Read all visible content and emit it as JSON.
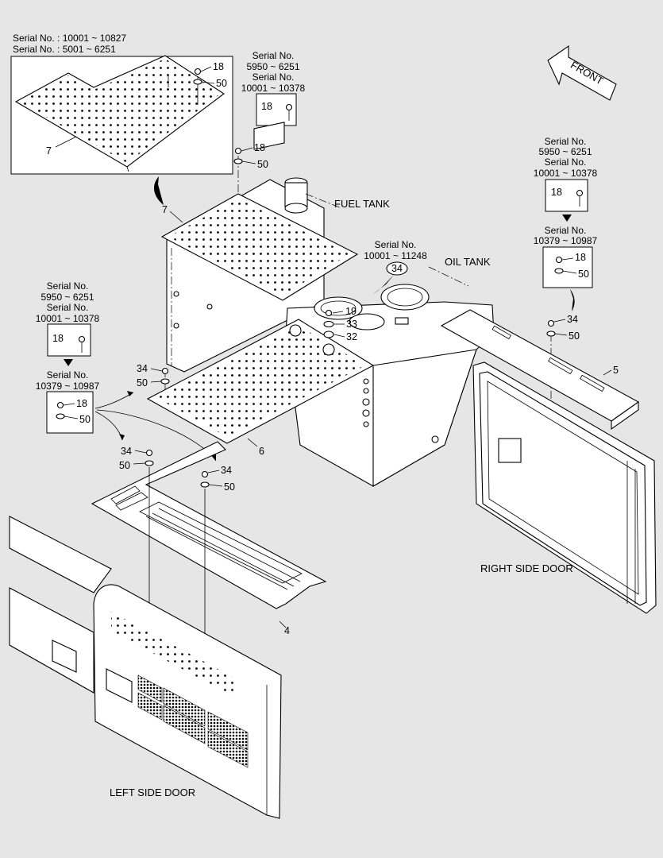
{
  "inset": {
    "serial_line1": "Serial No. : 10001 ~ 10827",
    "serial_line2": "Serial No. : 5001 ~ 6251",
    "callouts": [
      "18",
      "50",
      "7"
    ]
  },
  "top_box": {
    "lines": [
      "Serial No.",
      "5950 ~ 6251",
      "Serial No.",
      "10001 ~ 10378"
    ],
    "callout": "18"
  },
  "right_box_a": {
    "lines": [
      "Serial No.",
      "5950 ~ 6251",
      "Serial No.",
      "10001 ~ 10378"
    ],
    "callout": "18"
  },
  "right_box_b": {
    "lines": [
      "Serial No.",
      "10379 ~ 10987"
    ],
    "callouts": [
      "18",
      "50"
    ]
  },
  "left_box_a": {
    "lines": [
      "Serial No.",
      "5950 ~ 6251",
      "Serial No.",
      "10001 ~ 10378"
    ],
    "callout": "18"
  },
  "left_box_b": {
    "lines": [
      "Serial No.",
      "10379 ~ 10987"
    ],
    "callouts": [
      "18",
      "50"
    ]
  },
  "oil_serial": {
    "lines": [
      "Serial No.",
      "10001 ~ 11248"
    ]
  },
  "labels": {
    "fuel_tank": "FUEL TANK",
    "oil_tank": "OIL TANK",
    "right_side_door": "RIGHT SIDE DOOR",
    "left_side_door": "LEFT SIDE DOOR",
    "front": "FRONT"
  },
  "callouts": {
    "c18_top": "18",
    "c50_top": "50",
    "c7": "7",
    "c34_circle": "34",
    "c19": "19",
    "c33": "33",
    "c32": "32",
    "c34_right": "34",
    "c50_right": "50",
    "c5": "5",
    "c34_left": "34",
    "c50_left": "50",
    "c6": "6",
    "c34_a": "34",
    "c50_a": "50",
    "c34_b": "34",
    "c50_b": "50",
    "c4": "4"
  }
}
